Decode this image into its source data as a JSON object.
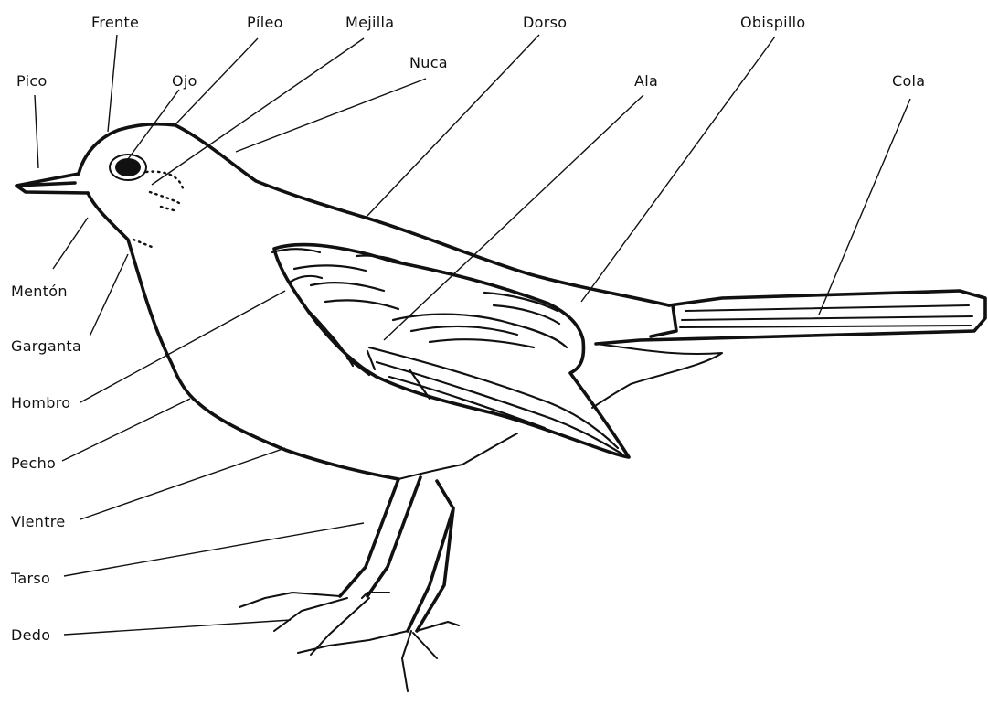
{
  "labels": {
    "frente": "Frente",
    "pileo": "Píleo",
    "mejilla": "Mejilla",
    "dorso": "Dorso",
    "obispillo": "Obispillo",
    "pico": "Pico",
    "ojo": "Ojo",
    "nuca": "Nuca",
    "ala": "Ala",
    "cola": "Cola",
    "menton": "Mentón",
    "garganta": "Garganta",
    "hombro": "Hombro",
    "pecho": "Pecho",
    "vientre": "Vientre",
    "tarso": "Tarso",
    "dedo": "Dedo"
  },
  "colors": {
    "ink": "#111111",
    "background": "#ffffff"
  }
}
